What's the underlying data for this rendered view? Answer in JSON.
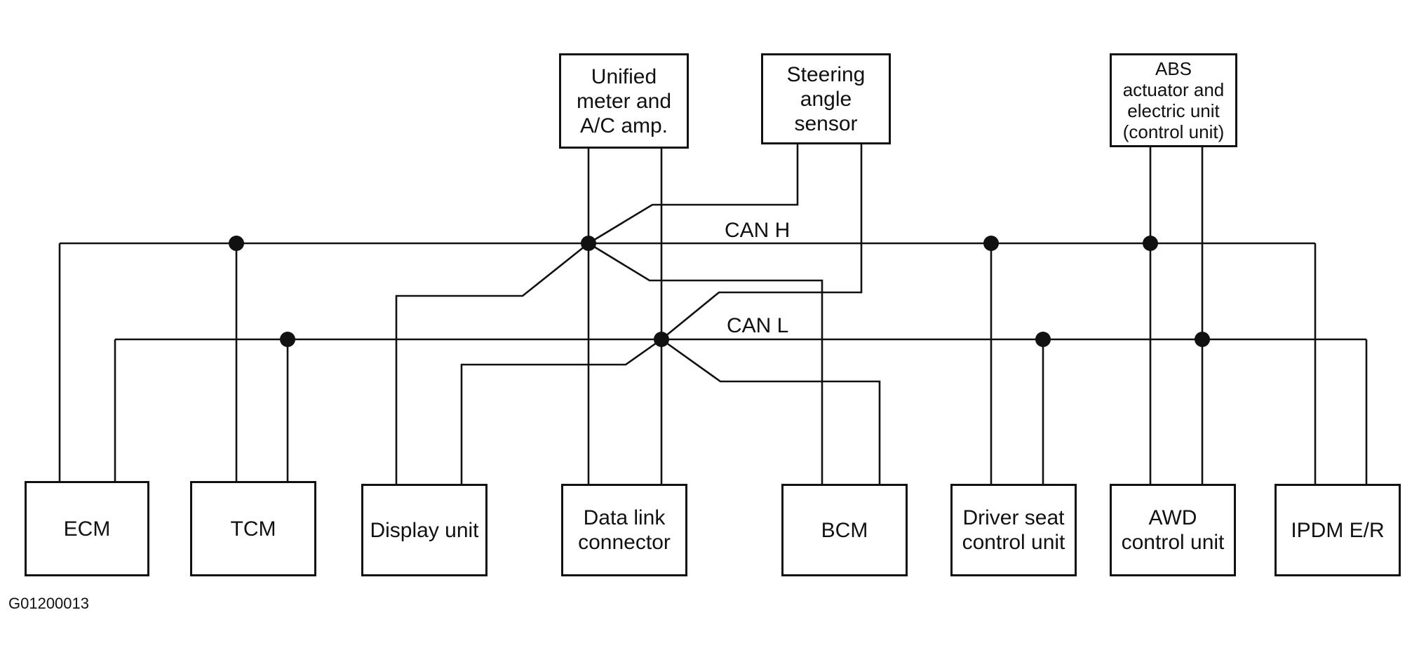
{
  "buses": {
    "can_h": "CAN H",
    "can_l": "CAN L"
  },
  "top_units": {
    "unified_meter": "Unified\nmeter and\nA/C amp.",
    "steering_sensor": "Steering\nangle\nsensor",
    "abs_unit": "ABS\nactuator and\nelectric unit\n(control unit)"
  },
  "bottom_units": {
    "ecm": "ECM",
    "tcm": "TCM",
    "display_unit": "Display unit",
    "data_link": "Data link\nconnector",
    "bcm": "BCM",
    "driver_seat": "Driver seat\ncontrol unit",
    "awd": "AWD\ncontrol unit",
    "ipdm": "IPDM E/R"
  },
  "figure_id": "G01200013",
  "colors": {
    "line": "#111111",
    "background": "#ffffff"
  }
}
